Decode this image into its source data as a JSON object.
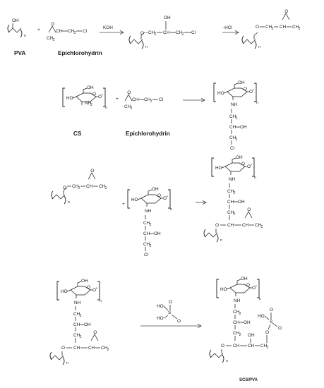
{
  "atoms": {
    "OH": "OH",
    "O": "O",
    "CH": "CH",
    "CH2": "CH",
    "two": "2",
    "Cl": "Cl",
    "NH": "NH",
    "NH2": "NH",
    "HO": "HO",
    "S": "S",
    "n": "n",
    "plus": "+",
    "dot": "•",
    "dash": "–",
    "eq": "="
  },
  "labels": {
    "pva": "PVA",
    "epichlorohydrin_1": "Epichlorohydrin",
    "cs": "CS",
    "epichlorohydrin_2": "Epichlorohydrin",
    "product": "SCS/PVA"
  },
  "reagents": {
    "koh": "KOH",
    "hcl": "-HCl"
  }
}
